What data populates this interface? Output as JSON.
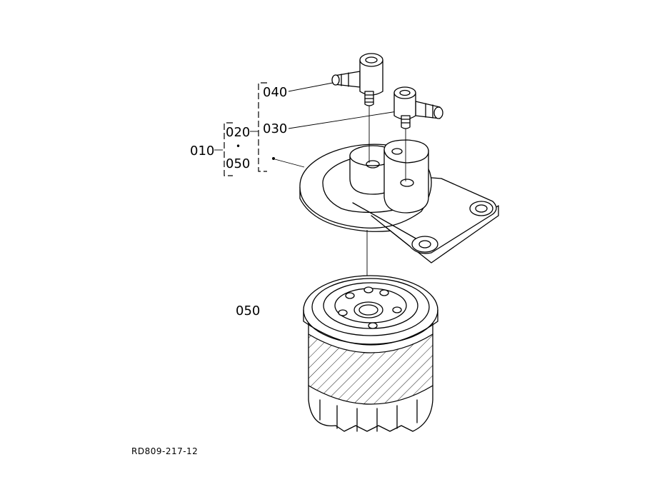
{
  "callouts": {
    "assembly": "010",
    "sub_a": "020",
    "dot": "•",
    "sub_b": "050",
    "fitting_top": "040",
    "fitting_mid": "030",
    "filter": "050"
  },
  "drawing_ref": "RD809-217-12"
}
